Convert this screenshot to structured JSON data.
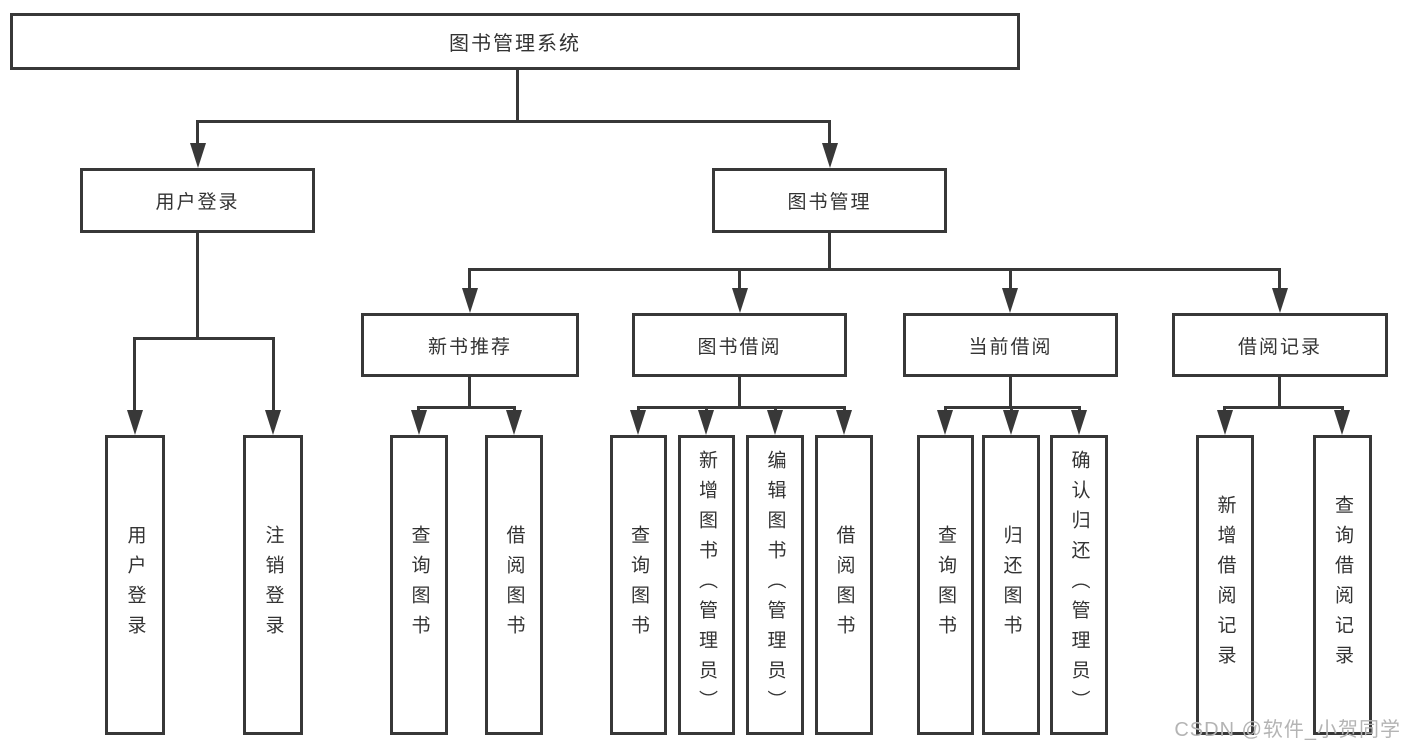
{
  "root": {
    "label": "图书管理系统"
  },
  "level2": {
    "user_login": {
      "label": "用户登录"
    },
    "book_mgmt": {
      "label": "图书管理"
    }
  },
  "level3": {
    "new_book_rec": {
      "label": "新书推荐"
    },
    "book_borrow": {
      "label": "图书借阅"
    },
    "current_borrow": {
      "label": "当前借阅"
    },
    "borrow_record": {
      "label": "借阅记录"
    }
  },
  "leaves": {
    "user_login": {
      "login": "用户登录",
      "logout": "注销登录"
    },
    "new_book_rec": {
      "query": "查询图书",
      "borrow": "借阅图书"
    },
    "book_borrow": {
      "query": "查询图书",
      "add": "新增图书（管理员）",
      "edit": "编辑图书（管理员）",
      "borrow": "借阅图书"
    },
    "current_borrow": {
      "query": "查询图书",
      "return": "归还图书",
      "confirm": "确认归还（管理员）"
    },
    "borrow_record": {
      "add": "新增借阅记录",
      "query": "查询借阅记录"
    }
  },
  "watermark": "CSDN @软件_小贺同学",
  "colors": {
    "line": "#383838",
    "text": "#333333",
    "background": "#ffffff",
    "watermark": "#b4b4b4"
  }
}
